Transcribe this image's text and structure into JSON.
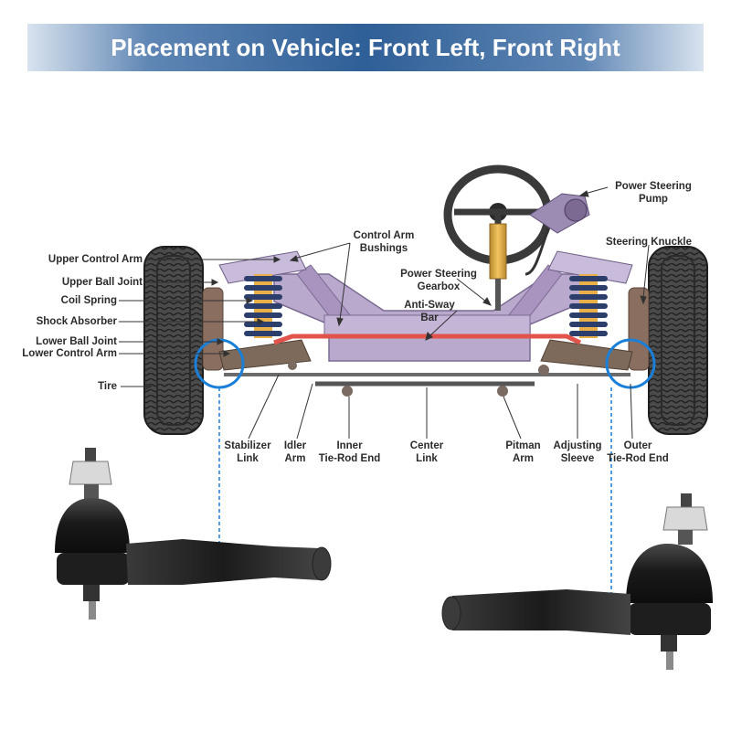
{
  "title": "Placement on Vehicle: Front Left, Front Right",
  "labels": {
    "upper_control_arm": "Upper Control Arm",
    "upper_ball_joint": "Upper Ball Joint",
    "coil_spring": "Coil Spring",
    "shock_absorber": "Shock Absorber",
    "lower_ball_joint": "Lower Ball Joint",
    "lower_control_arm": "Lower Control Arm",
    "tire": "Tire",
    "control_arm_bushings_1": "Control Arm",
    "control_arm_bushings_2": "Bushings",
    "power_steering_pump_1": "Power Steering",
    "power_steering_pump_2": "Pump",
    "steering_knuckle": "Steering Knuckle",
    "power_steering_gearbox_1": "Power Steering",
    "power_steering_gearbox_2": "Gearbox",
    "anti_sway_bar_1": "Anti-Sway",
    "anti_sway_bar_2": "Bar",
    "stabilizer_link_1": "Stabilizer",
    "stabilizer_link_2": "Link",
    "idler_arm_1": "Idler",
    "idler_arm_2": "Arm",
    "inner_tie_rod_1": "Inner",
    "inner_tie_rod_2": "Tie-Rod End",
    "center_link_1": "Center",
    "center_link_2": "Link",
    "pitman_arm_1": "Pitman",
    "pitman_arm_2": "Arm",
    "adjusting_sleeve_1": "Adjusting",
    "adjusting_sleeve_2": "Sleeve",
    "outer_tie_rod_1": "Outer",
    "outer_tie_rod_2": "Tie-Rod End"
  },
  "colors": {
    "banner": "#2f5f97",
    "highlight": "#1a7fd8",
    "frame": "#b9a9cc",
    "sway_bar": "#e0544c",
    "spring": "#2c3e6b",
    "tire": "#2a2a2a",
    "part_black": "#1c1c1c"
  }
}
